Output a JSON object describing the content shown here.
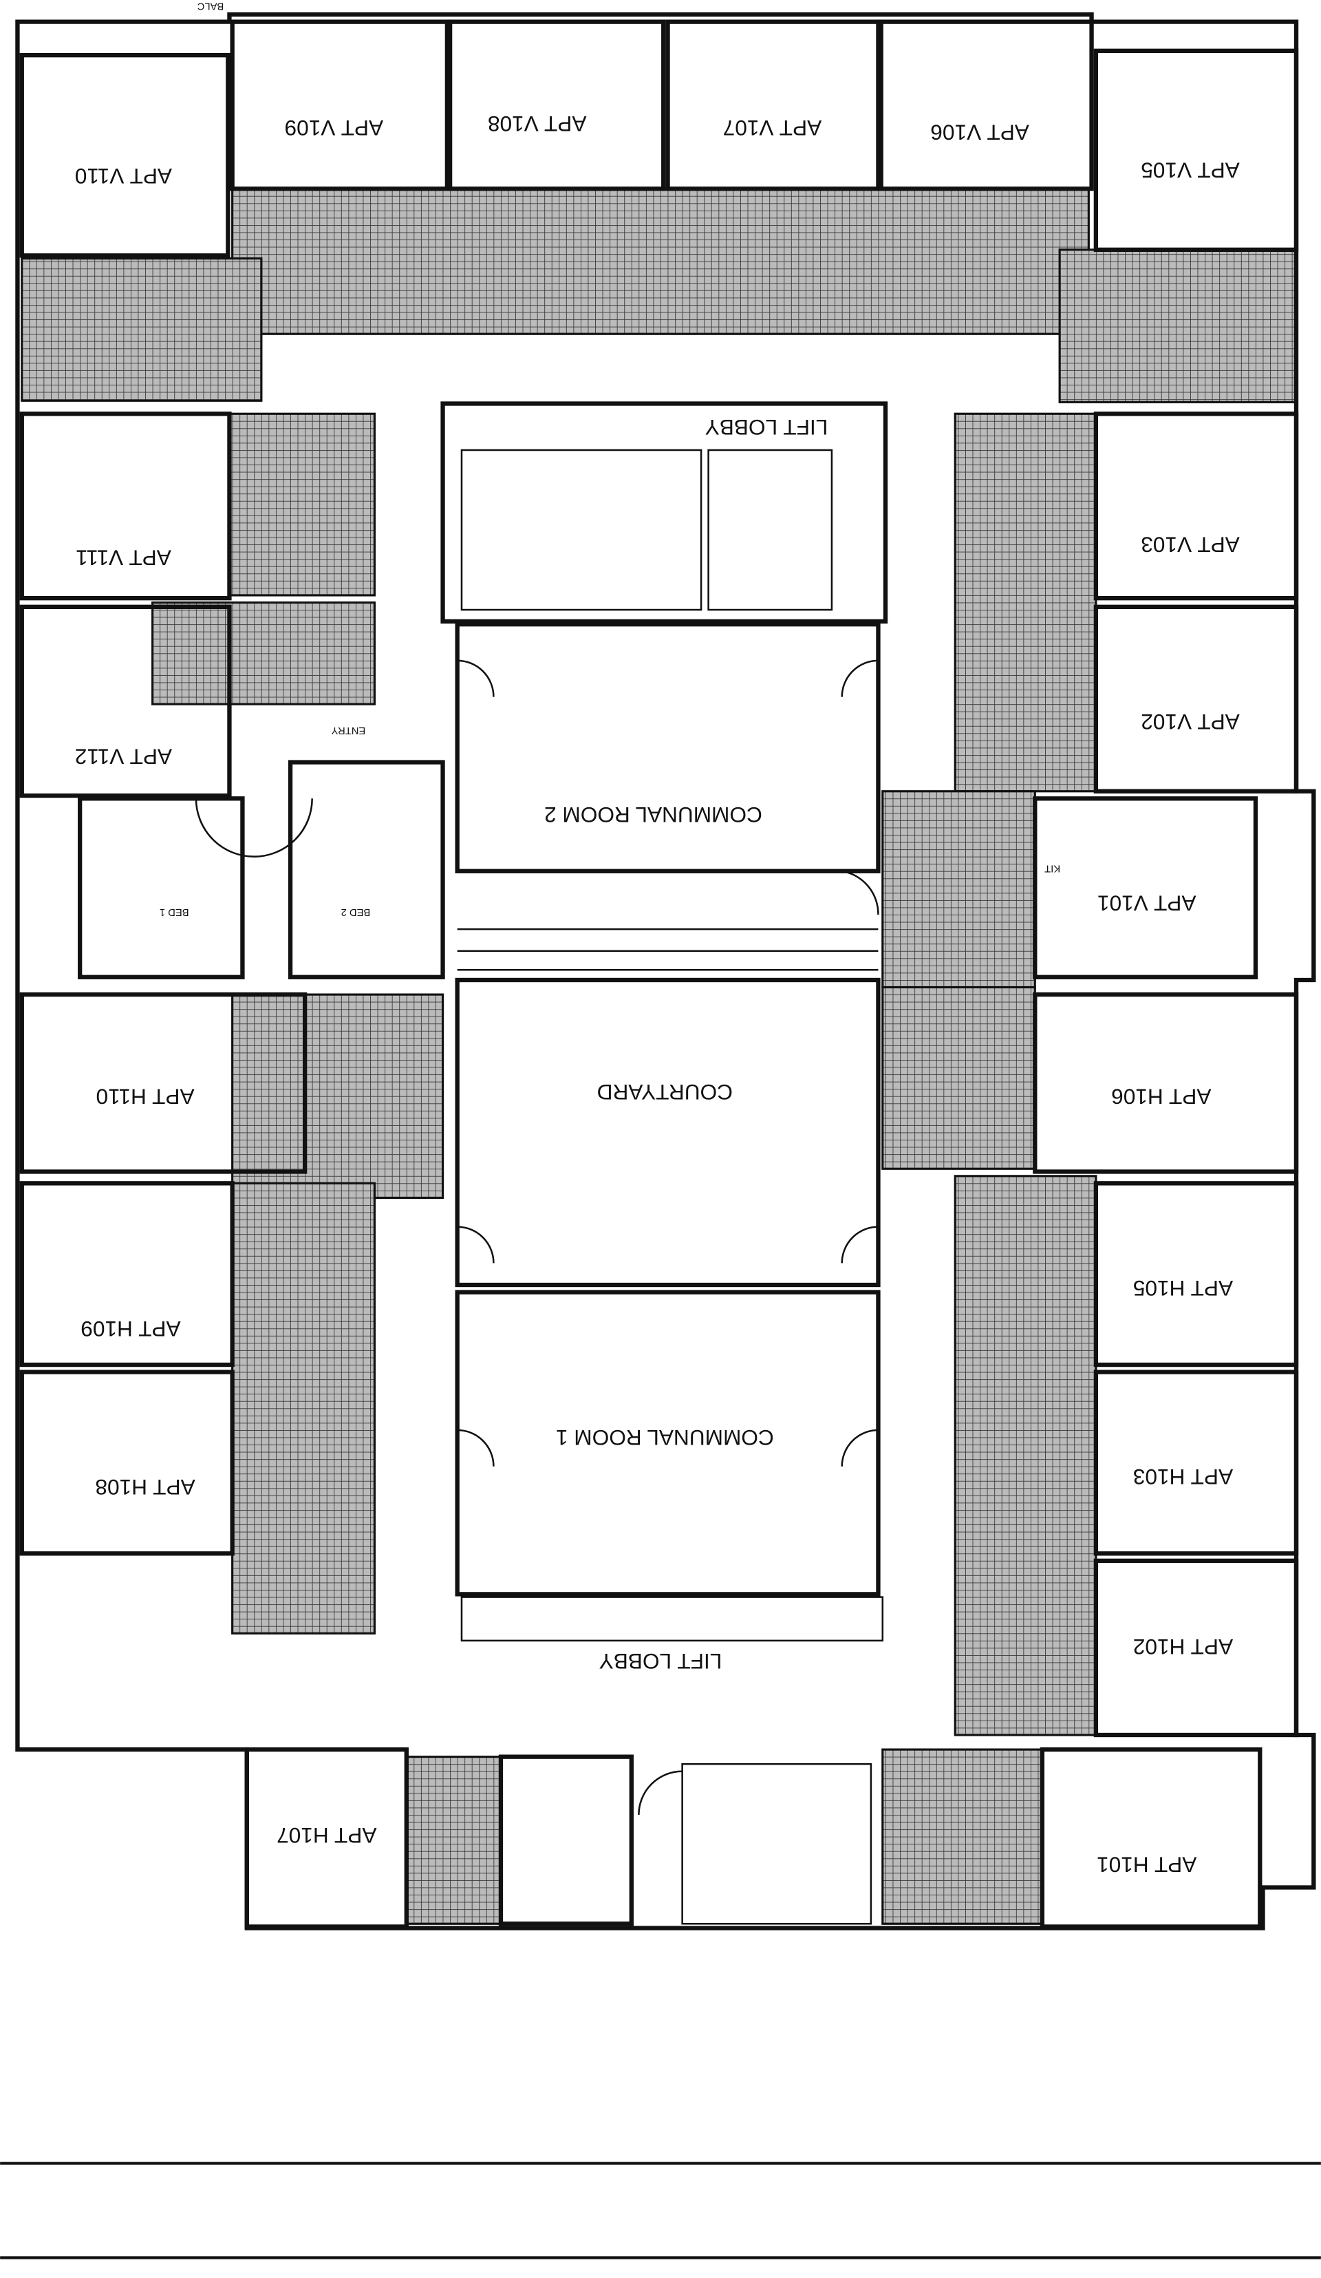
{
  "plan": {
    "apartments": {
      "v101": "APT V101",
      "v102": "APT V102",
      "v103": "APT V103",
      "v105": "APT V105",
      "v106": "APT V106",
      "v107": "APT V107",
      "v108": "APT V108",
      "v109": "APT V109",
      "v110": "APT V110",
      "v111": "APT V111",
      "v112": "APT V112",
      "h101": "APT H101",
      "h102": "APT H102",
      "h103": "APT H103",
      "h105": "APT H105",
      "h106": "APT H106",
      "h107": "APT H107",
      "h108": "APT H108",
      "h109": "APT H109",
      "h110": "APT H110"
    },
    "common": {
      "lift_lobby_top": "LIFT LOBBY",
      "lift_lobby_bottom": "LIFT LOBBY",
      "communal_room_1": "COMMUNAL ROOM 1",
      "communal_room_2": "COMMUNAL ROOM 2",
      "courtyard": "COURTYARD"
    },
    "small": {
      "bed1": "BED 1",
      "bed2": "BED 2",
      "entry": "ENTRY",
      "kit": "KIT",
      "balc": "BALC"
    }
  }
}
